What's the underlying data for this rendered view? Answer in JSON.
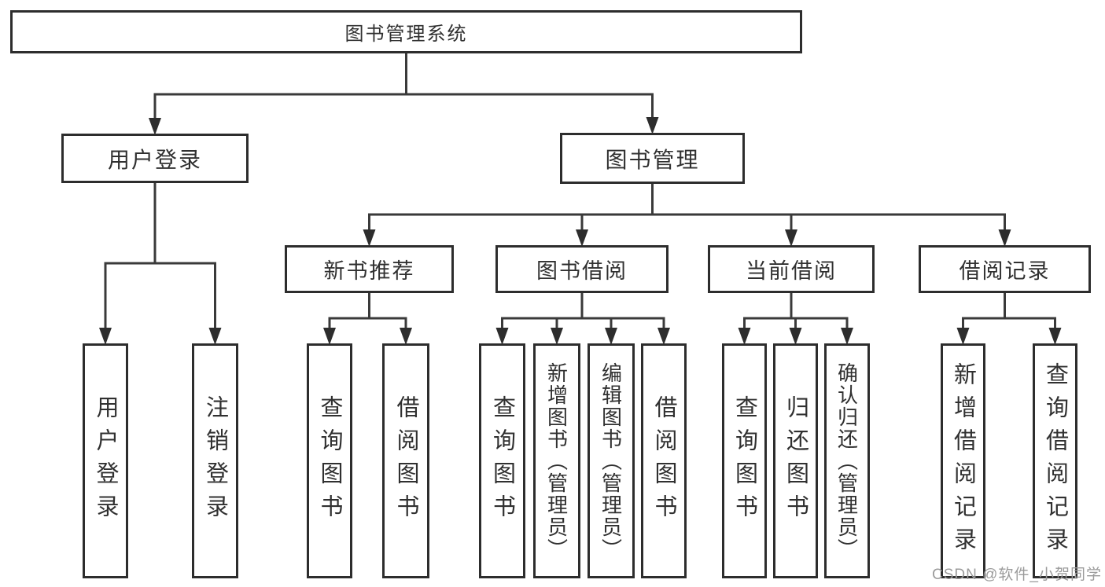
{
  "diagram": {
    "watermark": "CSDN @软件_小贺同学",
    "colors": {
      "background": "#ffffff",
      "box_border": "#2d2d2d",
      "line": "#3a3a3a",
      "arrow": "#2d2d2d",
      "text": "#303030",
      "watermark": "#9b9b9b"
    },
    "tree": {
      "id": "root",
      "label": "图书管理系统",
      "children": [
        {
          "id": "user-login",
          "label": "用户登录",
          "children": [
            {
              "id": "leaf-user-login",
              "label": "用户登录"
            },
            {
              "id": "leaf-logout",
              "label": "注销登录"
            }
          ]
        },
        {
          "id": "book-mgmt",
          "label": "图书管理",
          "children": [
            {
              "id": "new-book-recommend",
              "label": "新书推荐",
              "children": [
                {
                  "id": "leaf-query-book-1",
                  "label": "查询图书"
                },
                {
                  "id": "leaf-borrow-book-1",
                  "label": "借阅图书"
                }
              ]
            },
            {
              "id": "book-borrow",
              "label": "图书借阅",
              "children": [
                {
                  "id": "leaf-query-book-2",
                  "label": "查询图书"
                },
                {
                  "id": "leaf-add-book",
                  "label": "新增图书（管理员）"
                },
                {
                  "id": "leaf-edit-book",
                  "label": "编辑图书（管理员）"
                },
                {
                  "id": "leaf-borrow-book-2",
                  "label": "借阅图书"
                }
              ]
            },
            {
              "id": "current-borrow",
              "label": "当前借阅",
              "children": [
                {
                  "id": "leaf-query-book-3",
                  "label": "查询图书"
                },
                {
                  "id": "leaf-return-book",
                  "label": "归还图书"
                },
                {
                  "id": "leaf-confirm-return",
                  "label": "确认归还（管理员）"
                }
              ]
            },
            {
              "id": "borrow-records",
              "label": "借阅记录",
              "children": [
                {
                  "id": "leaf-add-record",
                  "label": "新增借阅记录"
                },
                {
                  "id": "leaf-query-record",
                  "label": "查询借阅记录"
                }
              ]
            }
          ]
        }
      ]
    }
  }
}
